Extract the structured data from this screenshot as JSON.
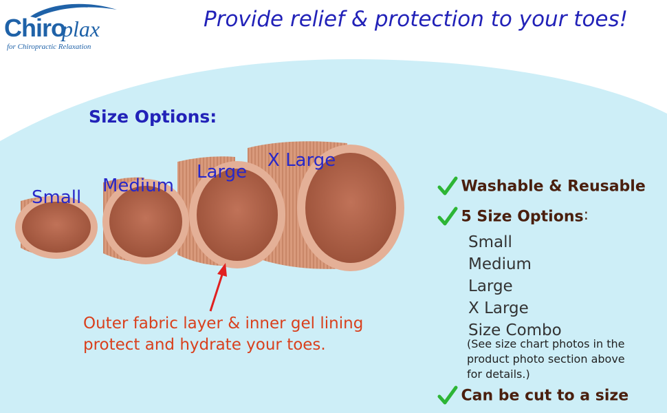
{
  "logo": {
    "brand_chiro": "Chiro",
    "brand_plax": "plax",
    "tagline": "for Chiropractic Relaxation"
  },
  "headline": "Provide relief & protection to your toes!",
  "size_section": {
    "title": "Size Options:",
    "tubes": [
      {
        "label": "Small"
      },
      {
        "label": "Medium"
      },
      {
        "label": "Large"
      },
      {
        "label": "X Large"
      }
    ]
  },
  "caption": {
    "line1": "Outer fabric layer & inner gel lining",
    "line2": "protect and hydrate your toes."
  },
  "features": {
    "item1": "Washable & Reusable",
    "item2": "5 Size Options",
    "item2_suffix": ":",
    "sizes": [
      "Small",
      "Medium",
      "Large",
      "X Large",
      "Size Combo"
    ],
    "note": [
      "(See size chart photos in the",
      "product photo section above",
      "for details.)"
    ],
    "item3": "Can be cut to a size"
  },
  "colors": {
    "headline": "#2222b8",
    "check": "#2db535",
    "feature_text": "#4a1f0e",
    "caption": "#d9401d",
    "background_wave": "#cdeef7",
    "tube": "#d99a7c"
  },
  "icons": [
    "checkmark-icon",
    "red-arrow"
  ]
}
